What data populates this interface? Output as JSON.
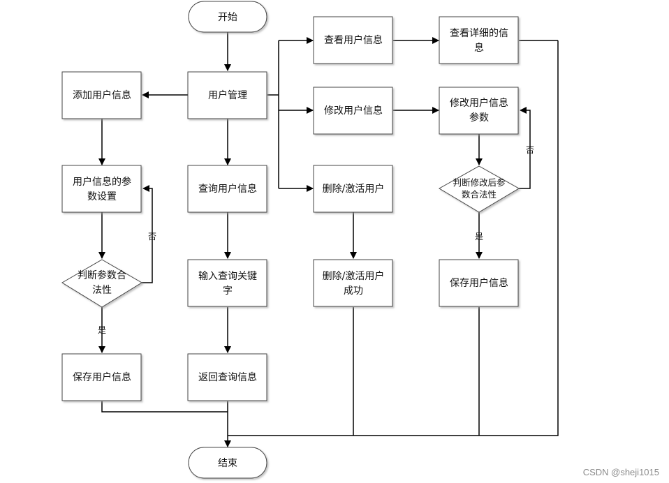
{
  "nodes": {
    "start": "开始",
    "user_mgmt": "用户管理",
    "add_user": "添加用户信息",
    "param_set": [
      "用户信息的参",
      "数设置"
    ],
    "check_valid": [
      "判断参数合",
      "法性"
    ],
    "save_left": "保存用户信息",
    "query_user": "查询用户信息",
    "input_keyword": [
      "输入查询关键",
      "字"
    ],
    "return_query": "返回查询信息",
    "view_user": "查看用户信息",
    "view_detail": [
      "查看详细的信",
      "息"
    ],
    "modify_user": "修改用户信息",
    "modify_params": [
      "修改用户信息",
      "参数"
    ],
    "check_modify": [
      "判断修改后参",
      "数合法性"
    ],
    "save_right": "保存用户信息",
    "delete_activate": "删除/激活用户",
    "delete_success": [
      "删除/激活用户",
      "成功"
    ],
    "end": "结束"
  },
  "labels": {
    "no_left": "否",
    "yes_left": "是",
    "no_right": "否",
    "yes_right": "是"
  },
  "watermark": "CSDN @sheji1015"
}
